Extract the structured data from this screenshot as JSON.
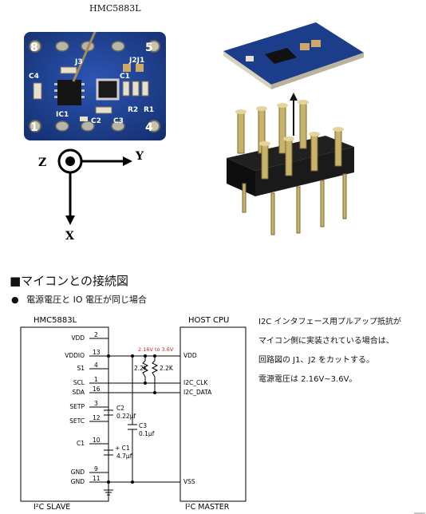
{
  "photo_section": {
    "chip_label": "HMC5883L",
    "board_labels": {
      "pin8": "8",
      "pin5": "5",
      "pin1": "1",
      "pin4": "4",
      "j3": "J3",
      "j2j1": "J2J1",
      "c4": "C4",
      "c1": "C1",
      "ic1": "IC1",
      "c2": "C2",
      "c3": "C3",
      "r2": "R2",
      "r1": "R1"
    },
    "axes": {
      "z": "Z",
      "y": "Y",
      "x": "X"
    }
  },
  "connection": {
    "title": "■マイコンとの接続図",
    "bullet": "●",
    "bullet_text": "電源電圧と IO 電圧が同じ場合",
    "note_lines": [
      "I2C インタフェース用プルアップ抵抗が",
      "マイコン側に実装されている場合は、",
      "回路図の J1、J2 をカットする。",
      "電源電圧は 2.16V~3.6V。"
    ]
  },
  "schematic": {
    "slave_title": "HMC5883L",
    "master_title": "HOST CPU",
    "voltage_note": "2.16V to 3.6V",
    "slave_pins": [
      {
        "name": "VDD",
        "num": "2"
      },
      {
        "name": "VDDIO",
        "num": "13"
      },
      {
        "name": "S1",
        "num": "4"
      },
      {
        "name": "SCL",
        "num": "1"
      },
      {
        "name": "SDA",
        "num": "16"
      },
      {
        "name": "SETP",
        "num": "3"
      },
      {
        "name": "SETC",
        "num": "12"
      },
      {
        "name": "C1",
        "num": "10"
      },
      {
        "name": "GND",
        "num": "9"
      },
      {
        "name": "GND",
        "num": "11"
      }
    ],
    "master_pins": [
      "VDD",
      "I2C_CLK",
      "I2C_DATA",
      "VSS"
    ],
    "resistors": [
      "2.2K",
      "2.2K"
    ],
    "caps": {
      "c2": "C2",
      "c2_val": "0.22µf",
      "c3": "C3",
      "c3_val": "0.1µf",
      "c1": "+ C1",
      "c1_val": "4.7µf"
    },
    "slave_caption": "I²C SLAVE",
    "master_caption": "I²C MASTER"
  },
  "colors": {
    "pcb_blue": "#1f3f8f",
    "voltage_red": "#cc2222"
  }
}
